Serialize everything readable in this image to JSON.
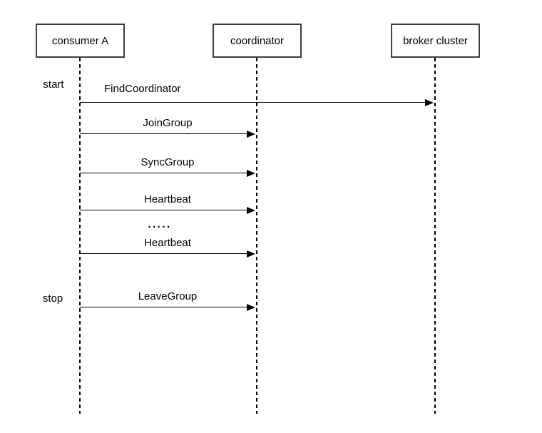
{
  "diagram": {
    "type": "sequence-diagram",
    "participants": [
      {
        "label": "consumer A"
      },
      {
        "label": "coordinator"
      },
      {
        "label": "broker cluster"
      }
    ],
    "messages": [
      {
        "label": "FindCoordinator",
        "from": "consumer A",
        "to": "broker cluster",
        "annotation": "start"
      },
      {
        "label": "JoinGroup",
        "from": "consumer A",
        "to": "coordinator"
      },
      {
        "label": "SyncGroup",
        "from": "consumer A",
        "to": "coordinator"
      },
      {
        "label": "Heartbeat",
        "from": "consumer A",
        "to": "coordinator"
      },
      {
        "label": ".....",
        "type": "ellipsis"
      },
      {
        "label": "Heartbeat",
        "from": "consumer A",
        "to": "coordinator"
      },
      {
        "label": "LeaveGroup",
        "from": "consumer A",
        "to": "coordinator",
        "annotation": "stop"
      }
    ],
    "annotations": [
      {
        "label": "start"
      },
      {
        "label": "stop"
      }
    ]
  },
  "colors": {
    "stroke": "#000000",
    "box-border": "#3f3f3f",
    "background": "#ffffff",
    "text": "#000000"
  }
}
